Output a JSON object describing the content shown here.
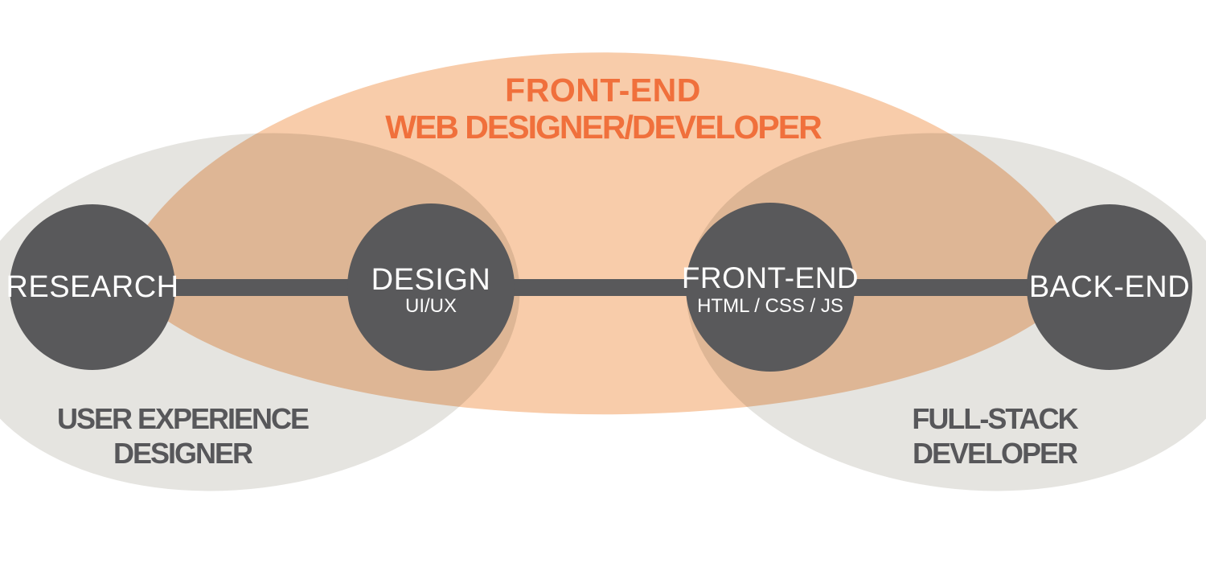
{
  "diagram": {
    "title": {
      "line1": "FRONT-END",
      "line2": "WEB DESIGNER/DEVELOPER"
    },
    "zones": [
      {
        "id": "user-experience-designer",
        "label_line1": "USER EXPERIENCE",
        "label_line2": "DESIGNER"
      },
      {
        "id": "front-end-web-designer-developer",
        "label_line1": "FRONT-END",
        "label_line2": "WEB DESIGNER/DEVELOPER"
      },
      {
        "id": "full-stack-developer",
        "label_line1": "FULL-STACK",
        "label_line2": "DEVELOPER"
      }
    ],
    "nodes": [
      {
        "label": "RESEARCH",
        "sublabel": ""
      },
      {
        "label": "DESIGN",
        "sublabel": "UI/UX"
      },
      {
        "label": "FRONT-END",
        "sublabel": "HTML / CSS / JS"
      },
      {
        "label": "BACK-END",
        "sublabel": ""
      }
    ]
  },
  "colors": {
    "gray_fill": "#E5E4E0",
    "orange_fill": "#F8CCAA",
    "overlap_tan": "#DCB495",
    "dark_fill": "#59595B",
    "orange_text": "#F0703C",
    "label_text": "#57575A",
    "node_text": "#FFFFFF",
    "background": "#FFFFFF"
  }
}
